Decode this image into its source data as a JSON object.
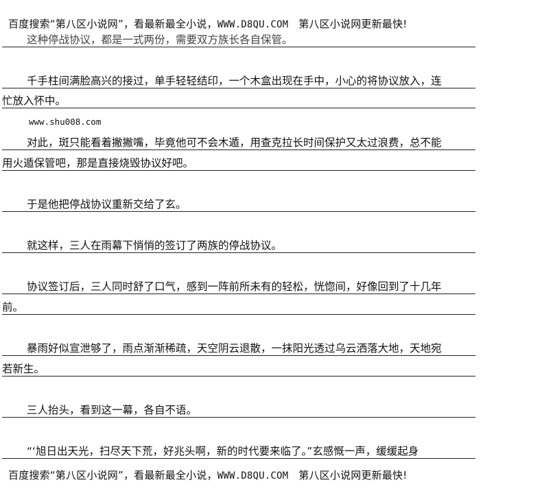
{
  "banner": {
    "prefix": "百度搜索“第八区小说网”，看最新最全小说，",
    "url": "WWW.D8QU.COM",
    "suffix": "第八区小说网更新最快!"
  },
  "watermark_url": "www.shu008.com",
  "lines": [
    {
      "text": "这种停战协议，都是一式两份，需要双方族长各自保管。",
      "indent": true
    },
    {
      "text": "千手柱间满脸高兴的接过，单手轻轻结印，一个木盒出现在手中，小心的将协议放入，连",
      "indent": true
    },
    {
      "text": "忙放入怀中。",
      "indent": false
    },
    {
      "text": "对此，斑只能看着撇撇嘴，毕竟他可不会木遁，用查克拉长时间保护又太过浪费，总不能",
      "indent": true
    },
    {
      "text": "用火遁保管吧，那是直接烧毁协议好吧。",
      "indent": false
    },
    {
      "text": "于是他把停战协议重新交给了玄。",
      "indent": true
    },
    {
      "text": "就这样，三人在雨幕下悄悄的签订了两族的停战协议。",
      "indent": true
    },
    {
      "text": "协议签订后，三人同时舒了口气，感到一阵前所未有的轻松，恍惚间，好像回到了十几年",
      "indent": true
    },
    {
      "text": "前。",
      "indent": false
    },
    {
      "text": "暴雨好似宣泄够了，雨点渐渐稀疏，天空阴云退散，一抹阳光透过乌云洒落大地，天地宛",
      "indent": true
    },
    {
      "text": "若新生。",
      "indent": false
    },
    {
      "text": "三人抬头，看到这一幕，各自不语。",
      "indent": true
    },
    {
      "text": "“‘旭日出天光，扫尽天下荒，好兆头啊，新的时代要来临了。”玄感慨一声，缓缓起身",
      "indent": true
    }
  ]
}
